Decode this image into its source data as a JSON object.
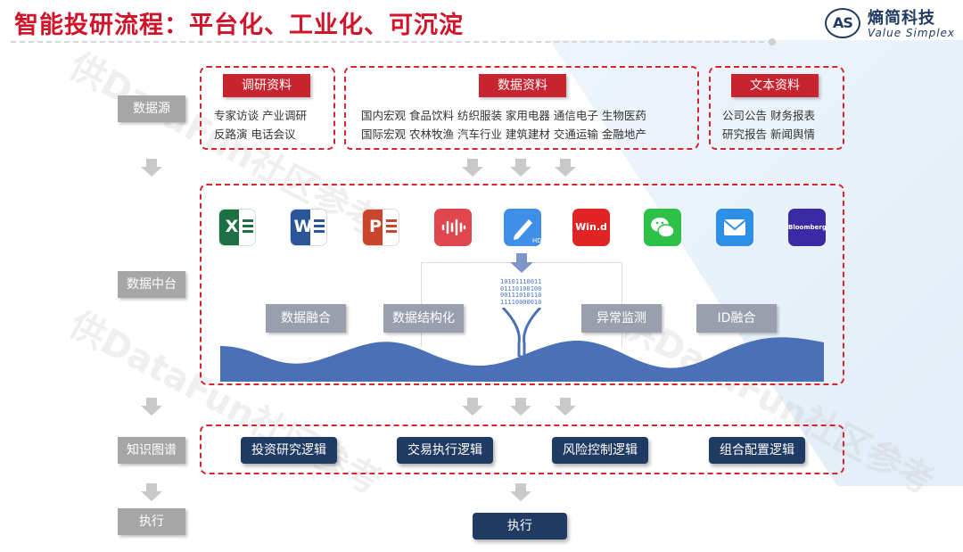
{
  "title": "智能投研流程：平台化、工业化、可沉淀",
  "logo": {
    "mark": "AS",
    "name_cn": "熵简科技",
    "name_en": "Value Simplex"
  },
  "row_labels": {
    "sources": "数据源",
    "middle": "数据中台",
    "graph": "知识图谱",
    "exec": "执行"
  },
  "sources": {
    "research": {
      "tag": "调研资料",
      "lines": [
        "专家访谈    产业调研",
        "反路演      电话会议"
      ]
    },
    "data": {
      "tag": "数据资料",
      "lines": [
        "国内宏观    食品饮料    纺织服装    家用电器    通信电子    生物医药",
        "国际宏观    农林牧渔    汽车行业    建筑建材    交通运输    金融地产"
      ]
    },
    "text": {
      "tag": "文本资料",
      "lines": [
        "公司公告    财务报表",
        "研究报告    新闻舆情"
      ]
    }
  },
  "apps": [
    {
      "icon": "excel-icon",
      "glyph": "X"
    },
    {
      "icon": "word-icon",
      "glyph": "W"
    },
    {
      "icon": "powerpoint-icon",
      "glyph": "P"
    },
    {
      "icon": "voice-recorder-icon"
    },
    {
      "icon": "notes-icon",
      "badge": "HD"
    },
    {
      "icon": "wind-icon",
      "label": "Win.d"
    },
    {
      "icon": "wechat-icon"
    },
    {
      "icon": "mail-icon"
    },
    {
      "icon": "bloomberg-icon",
      "label": "Bloomberg"
    }
  ],
  "processing": {
    "fusion": "数据融合",
    "structuring": "数据结构化",
    "anomaly": "异常监测",
    "id_fusion": "ID融合"
  },
  "binary_bits": [
    "10101110011",
    "01110100100",
    "00111010110",
    "11110000010"
  ],
  "logic": {
    "research": "投资研究逻辑",
    "trading": "交易执行逻辑",
    "risk": "风险控制逻辑",
    "portfolio": "组合配置逻辑"
  },
  "execute": "执行",
  "watermark": "供DataFun社区参考",
  "colors": {
    "title_red": "#d0152a",
    "tag_red": "#c8242f",
    "navy": "#1f3b63",
    "wave_blue": "#4a70b8",
    "label_gray": "#a6a6a6"
  }
}
